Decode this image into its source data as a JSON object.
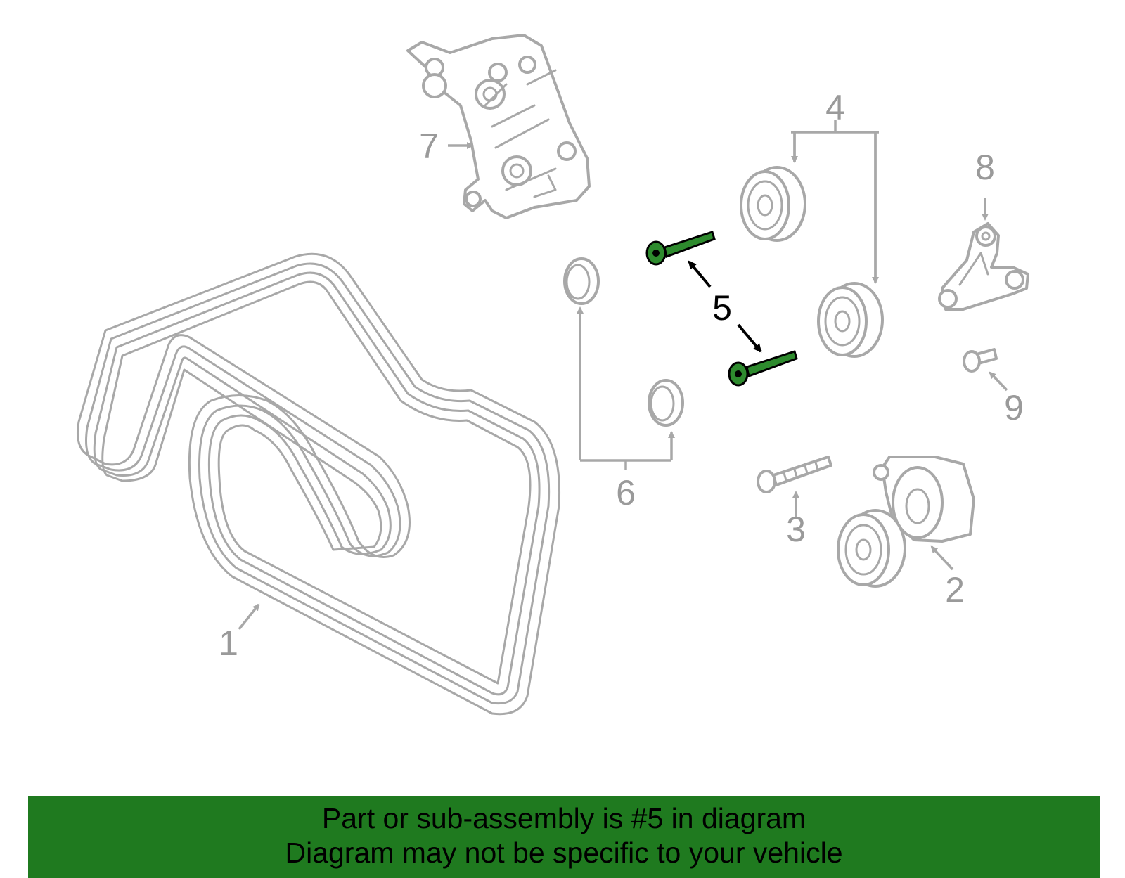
{
  "callouts": {
    "c1": "1",
    "c2": "2",
    "c3": "3",
    "c4": "4",
    "c5": "5",
    "c6": "6",
    "c7": "7",
    "c8": "8",
    "c9": "9"
  },
  "highlighted_part": "5",
  "colors": {
    "highlight": "#2e8b2e",
    "banner": "#1f7a1f",
    "part_outline": "#a8a8a8"
  },
  "banner": {
    "line1": "Part or sub-assembly is #5 in diagram",
    "line2": "Diagram may not be specific to your vehicle"
  }
}
